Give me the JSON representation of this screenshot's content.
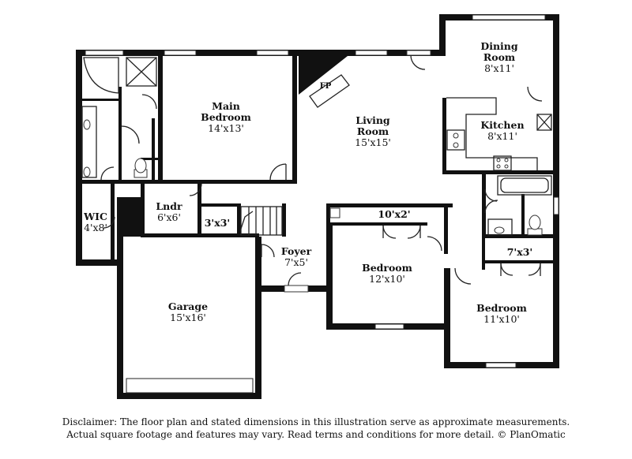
{
  "rooms": {
    "dining": {
      "name": "Dining Room",
      "name_l1": "Dining",
      "name_l2": "Room",
      "dims": "8'x11'"
    },
    "kitchen": {
      "name": "Kitchen",
      "dims": "8'x11'"
    },
    "main_bedroom": {
      "name_l1": "Main",
      "name_l2": "Bedroom",
      "dims": "14'x13'"
    },
    "living": {
      "name_l1": "Living",
      "name_l2": "Room",
      "dims": "15'x15'"
    },
    "fireplace": {
      "label": "FP"
    },
    "wic": {
      "name": "WIC",
      "dims": "4'x8'"
    },
    "laundry": {
      "name": "Lndr",
      "dims": "6'x6'"
    },
    "closet_3x3": {
      "dims": "3'x3'"
    },
    "foyer": {
      "name": "Foyer",
      "dims": "7'x5'"
    },
    "closet_10x2": {
      "dims": "10'x2'"
    },
    "bedroom_2": {
      "name": "Bedroom",
      "dims": "12'x10'"
    },
    "closet_7x3": {
      "dims": "7'x3'"
    },
    "bedroom_3": {
      "name": "Bedroom",
      "dims": "11'x10'"
    },
    "garage": {
      "name": "Garage",
      "dims": "15'x16'"
    }
  },
  "disclaimer": {
    "line1": "Disclaimer: The floor plan and stated dimensions in this illustration serve as approximate measurements.",
    "line2": "Actual square footage and features may vary. Read terms and conditions for more detail. © PlanOmatic"
  }
}
